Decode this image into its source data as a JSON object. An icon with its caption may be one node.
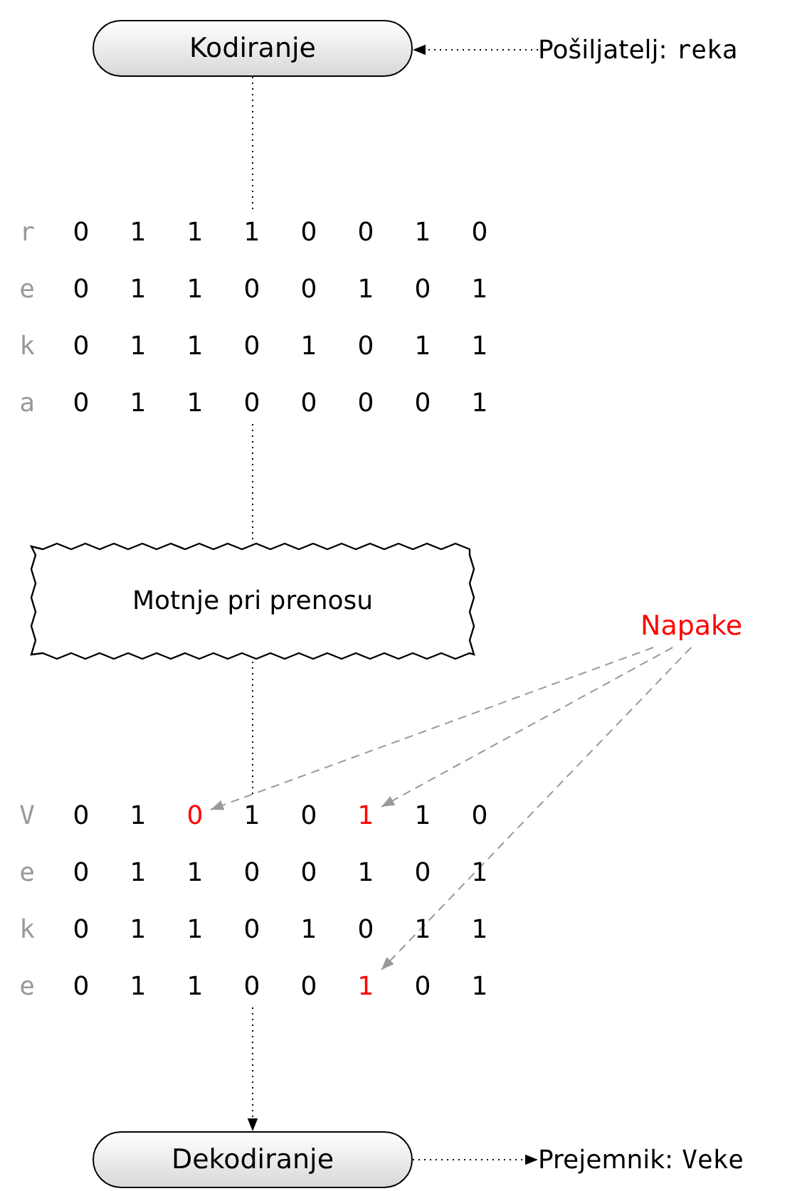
{
  "diagram": {
    "nodes": [
      {
        "text": [
          "Kodiranje"
        ]
      },
      {
        "text": [
          "Pošiljatelj:",
          "reka"
        ]
      },
      {
        "text": [],
        "shape": "table"
      },
      {
        "text": [
          "r"
        ],
        "in": 2
      },
      {
        "text": [
          "0"
        ],
        "in": 2
      },
      {
        "text": [
          "1"
        ],
        "in": 2
      },
      {
        "text": [
          "1"
        ],
        "in": 2
      },
      {
        "text": [
          "1"
        ],
        "in": 2
      },
      {
        "text": [
          "0"
        ],
        "in": 2
      },
      {
        "text": [
          "0"
        ],
        "in": 2
      },
      {
        "text": [
          "1"
        ],
        "in": 2
      },
      {
        "text": [
          "0"
        ],
        "in": 2
      },
      {
        "text": [
          "e"
        ],
        "in": 2
      },
      {
        "text": [
          "0"
        ],
        "in": 2
      },
      {
        "text": [
          "1"
        ],
        "in": 2
      },
      {
        "text": [
          "1"
        ],
        "in": 2
      },
      {
        "text": [
          "0"
        ],
        "in": 2
      },
      {
        "text": [
          "0"
        ],
        "in": 2
      },
      {
        "text": [
          "1"
        ],
        "in": 2
      },
      {
        "text": [
          "0"
        ],
        "in": 2
      },
      {
        "text": [
          "1"
        ],
        "in": 2
      },
      {
        "text": [
          "k"
        ],
        "in": 2
      },
      {
        "text": [
          "0"
        ],
        "in": 2
      },
      {
        "text": [
          "1"
        ],
        "in": 2
      },
      {
        "text": [
          "1"
        ],
        "in": 2
      },
      {
        "text": [
          "0"
        ],
        "in": 2
      },
      {
        "text": [
          "1"
        ],
        "in": 2
      },
      {
        "text": [
          "0"
        ],
        "in": 2
      },
      {
        "text": [
          "1"
        ],
        "in": 2
      },
      {
        "text": [
          "1"
        ],
        "in": 2
      },
      {
        "text": [
          "a"
        ],
        "in": 2
      },
      {
        "text": [
          "0"
        ],
        "in": 2
      },
      {
        "text": [
          "1"
        ],
        "in": 2
      },
      {
        "text": [
          "1"
        ],
        "in": 2
      },
      {
        "text": [
          "0"
        ],
        "in": 2
      },
      {
        "text": [
          "0"
        ],
        "in": 2
      },
      {
        "text": [
          "0"
        ],
        "in": 2
      },
      {
        "text": [
          "0"
        ],
        "in": 2
      },
      {
        "text": [
          "1"
        ],
        "in": 2
      },
      {
        "text": [
          "Motnje pri prenosu"
        ]
      },
      {
        "text": [
          "Napake"
        ]
      },
      {
        "text": [],
        "shape": "table"
      },
      {
        "text": [
          "V"
        ],
        "in": 41
      },
      {
        "text": [
          "0"
        ],
        "in": 41
      },
      {
        "text": [
          "1"
        ],
        "in": 41
      },
      {
        "text": [
          "0"
        ],
        "in": 41
      },
      {
        "text": [
          "1"
        ],
        "in": 41
      },
      {
        "text": [
          "0"
        ],
        "in": 41
      },
      {
        "text": [
          "1"
        ],
        "in": 41
      },
      {
        "text": [
          "1"
        ],
        "in": 41
      },
      {
        "text": [
          "0"
        ],
        "in": 41
      },
      {
        "text": [
          "e"
        ],
        "in": 41
      },
      {
        "text": [
          "0"
        ],
        "in": 41
      },
      {
        "text": [
          "1"
        ],
        "in": 41
      },
      {
        "text": [
          "1"
        ],
        "in": 41
      },
      {
        "text": [
          "0"
        ],
        "in": 41
      },
      {
        "text": [
          "0"
        ],
        "in": 41
      },
      {
        "text": [
          "1"
        ],
        "in": 41
      },
      {
        "text": [
          "0"
        ],
        "in": 41
      },
      {
        "text": [
          "1"
        ],
        "in": 41
      },
      {
        "text": [
          "k"
        ],
        "in": 41
      },
      {
        "text": [
          "0"
        ],
        "in": 41
      },
      {
        "text": [
          "1"
        ],
        "in": 41
      },
      {
        "text": [
          "1"
        ],
        "in": 41
      },
      {
        "text": [
          "0"
        ],
        "in": 41
      },
      {
        "text": [
          "1"
        ],
        "in": 41
      },
      {
        "text": [
          "0"
        ],
        "in": 41
      },
      {
        "text": [
          "1"
        ],
        "in": 41
      },
      {
        "text": [
          "1"
        ],
        "in": 41
      },
      {
        "text": [
          "e"
        ],
        "in": 41
      },
      {
        "text": [
          "0"
        ],
        "in": 41
      },
      {
        "text": [
          "1"
        ],
        "in": 41
      },
      {
        "text": [
          "1"
        ],
        "in": 41
      },
      {
        "text": [
          "0"
        ],
        "in": 41
      },
      {
        "text": [
          "0"
        ],
        "in": 41
      },
      {
        "text": [
          "1"
        ],
        "in": 41
      },
      {
        "text": [
          "0"
        ],
        "in": 41
      },
      {
        "text": [
          "1"
        ],
        "in": 41
      },
      {
        "text": [
          "Dekodiranje"
        ]
      },
      {
        "text": [
          "Prejemnik:",
          "Veke"
        ]
      }
    ],
    "edges": [
      {
        "from": 1,
        "to": 0,
        "arrow": "to"
      },
      {
        "from": 0,
        "to": 2,
        "arrow": "none"
      },
      {
        "from": 2,
        "to": 39,
        "arrow": "none"
      },
      {
        "from": 39,
        "to": 41,
        "arrow": "none"
      },
      {
        "from": 41,
        "to": 78,
        "arrow": "to"
      },
      {
        "from": 78,
        "to": 79,
        "arrow": "to"
      },
      {
        "from": 40,
        "to": 45,
        "arrow": "to",
        "style": "dashed",
        "color": "#999999"
      },
      {
        "from": 40,
        "to": 48,
        "arrow": "to",
        "style": "dashed",
        "color": "#999999"
      },
      {
        "from": 40,
        "to": 75,
        "arrow": "to",
        "style": "dashed",
        "color": "#999999"
      }
    ]
  }
}
